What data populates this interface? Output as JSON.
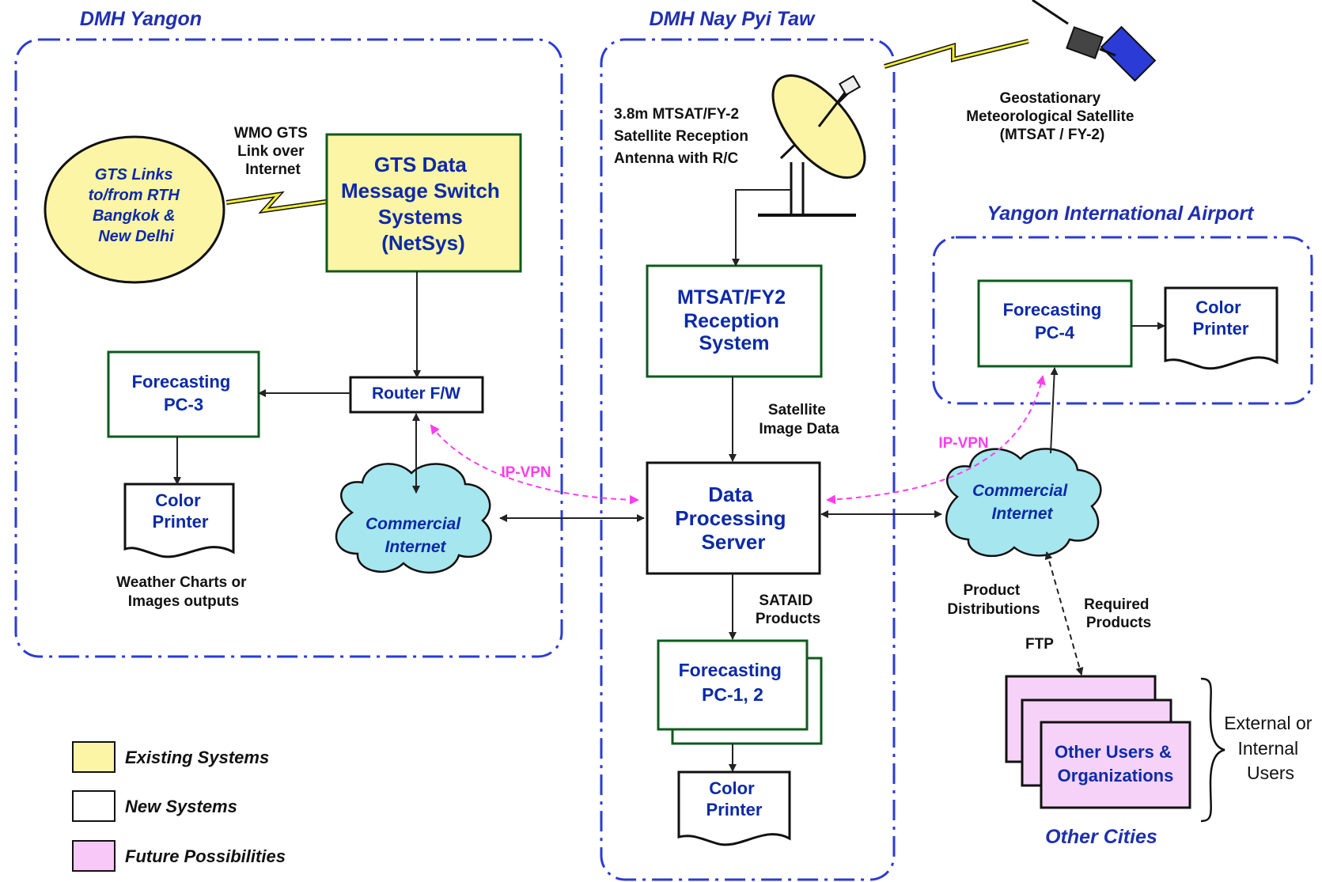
{
  "regions": {
    "yangon": "DMH Yangon",
    "naypyitaw": "DMH Nay Pyi Taw",
    "airport": "Yangon International Airport",
    "other_cities": "Other Cities"
  },
  "nodes": {
    "gts_links": [
      "GTS Links",
      "to/from RTH",
      "Bangkok &",
      "New Delhi"
    ],
    "gts_switch": [
      "GTS Data",
      "Message Switch",
      "Systems",
      "(NetSys)"
    ],
    "wmo_link": [
      "WMO GTS",
      "Link over",
      "Internet"
    ],
    "router": "Router F/W",
    "pc3": [
      "Forecasting",
      "PC-3"
    ],
    "printer_yangon": [
      "Color",
      "Printer"
    ],
    "weather_output": [
      "Weather Charts or",
      "Images outputs"
    ],
    "internet_left": [
      "Commercial",
      "Internet"
    ],
    "antenna": [
      "3.8m MTSAT/FY-2",
      "Satellite Reception",
      "Antenna with R/C"
    ],
    "satellite": [
      "Geostationary",
      "Meteorological Satellite",
      "(MTSAT / FY-2)"
    ],
    "reception": [
      "MTSAT/FY2",
      "Reception",
      "System"
    ],
    "sat_image_data": [
      "Satellite",
      "Image Data"
    ],
    "server": [
      "Data",
      "Processing",
      "Server"
    ],
    "sataid": [
      "SATAID",
      "Products"
    ],
    "pc12": [
      "Forecasting",
      "PC-1, 2"
    ],
    "printer_npt": [
      "Color",
      "Printer"
    ],
    "pc4": [
      "Forecasting",
      "PC-4"
    ],
    "printer_airport": [
      "Color",
      "Printer"
    ],
    "internet_right": [
      "Commercial",
      "Internet"
    ],
    "ipvpn_left": "IP-VPN",
    "ipvpn_right": "IP-VPN",
    "product_dist": [
      "Product",
      "Distributions"
    ],
    "required_products": [
      "Required",
      "Products"
    ],
    "ftp": "FTP",
    "other_users": [
      "Other Users &",
      "Organizations"
    ],
    "external_users": [
      "External or",
      "Internal",
      "Users"
    ]
  },
  "legend": [
    {
      "label": "Existing Systems",
      "color": "#fdf5a6"
    },
    {
      "label": "New Systems",
      "color": "#ffffff"
    },
    {
      "label": "Future Possibilities",
      "color": "#f8c8f8"
    }
  ],
  "colors": {
    "existing": "#fdf5a6",
    "new": "#ffffff",
    "future": "#f6d2f8",
    "cloud": "#a6e6ee",
    "region_border": "#2b3bd6",
    "region_title": "#1f2fb0",
    "node_text": "#0b2aa8",
    "box_border": "#0d5a1e",
    "vpn": "#ff3cf0",
    "lightning": "#f2ee30"
  }
}
